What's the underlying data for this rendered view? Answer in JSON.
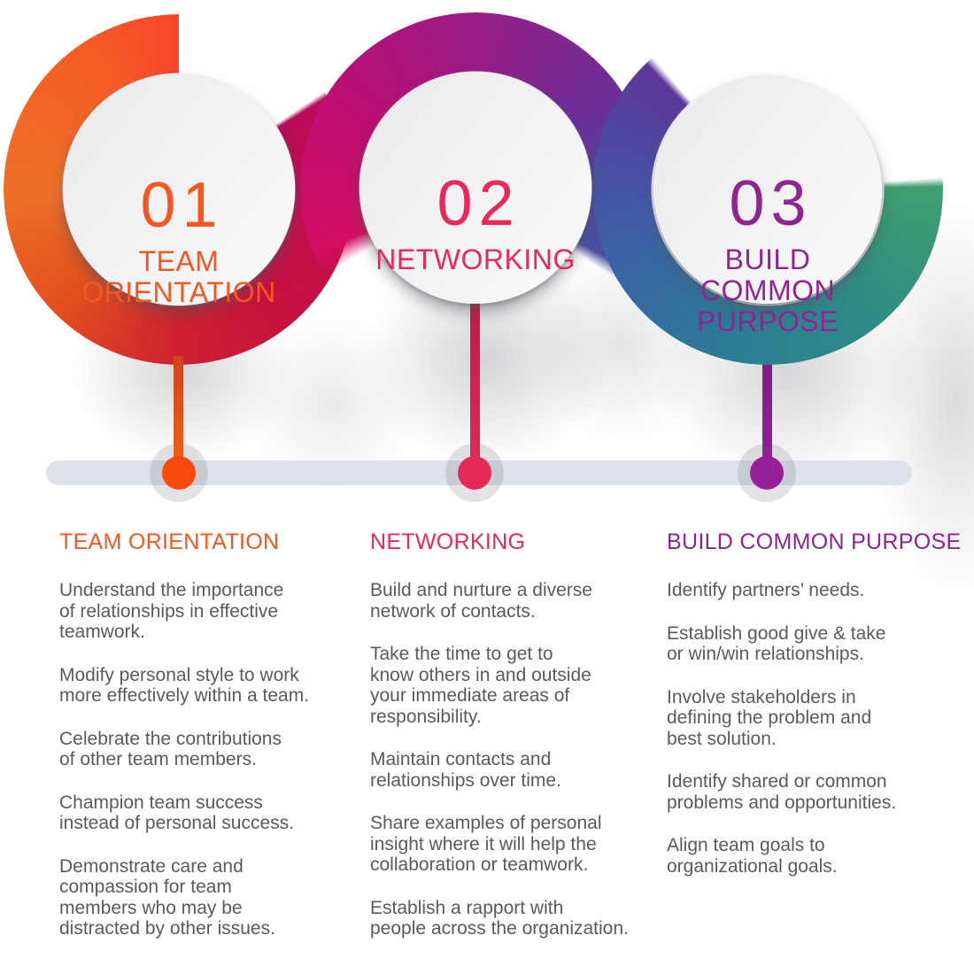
{
  "page": {
    "background": "#ffffff"
  },
  "timeline": {
    "bar_color": "#dde2e9",
    "halo_color": "rgba(98,101,110,0.18)"
  },
  "steps": [
    {
      "number": "01",
      "circle_label": "TEAM\nORIENTATION",
      "header": "TEAM ORIENTATION",
      "accent": "#f4571f",
      "dot_color": "#f84a0d",
      "ring_colors": [
        "#f6452c",
        "#ee7028",
        "#cd2130",
        "#c00d52"
      ],
      "paragraphs": [
        "Understand the importance\nof relationships in effective\nteamwork.",
        "Modify personal style to work\nmore effectively within a team.",
        "Celebrate the contributions\nof other team members.",
        "Champion team success\ninstead of personal success.",
        "Demonstrate care and\ncompassion for team\nmembers who may be\ndistracted by other issues."
      ]
    },
    {
      "number": "02",
      "circle_label": "NETWORKING",
      "header": "NETWORKING",
      "accent": "#e8295a",
      "dot_color": "#e62a56",
      "ring_colors": [
        "#d40e63",
        "#9a1d87",
        "#6c2f97",
        "#4f46a2"
      ],
      "paragraphs": [
        "Build and nurture a diverse\nnetwork of contacts.",
        "Take the time to get to\nknow others in and outside\nyour immediate areas of\nresponsibility.",
        "Maintain contacts and\nrelationships over time.",
        "Share examples of personal\ninsight where it will help the\ncollaboration or teamwork.",
        "Establish a rapport with\npeople across the organization."
      ]
    },
    {
      "number": "03",
      "circle_label": "BUILD\nCOMMON\nPURPOSE",
      "header": "BUILD COMMON PURPOSE",
      "accent": "#8e2590",
      "dot_color": "#97209a",
      "ring_colors": [
        "#5d3898",
        "#3d61a7",
        "#2b7b95",
        "#3f9e6e"
      ],
      "paragraphs": [
        "Identify partners’ needs.",
        "Establish good give & take\nor win/win relationships.",
        "Involve stakeholders in\ndefining the problem and\nbest solution.",
        "Identify shared or common\nproblems and opportunities.",
        "Align team goals to\norganizational goals."
      ]
    }
  ]
}
